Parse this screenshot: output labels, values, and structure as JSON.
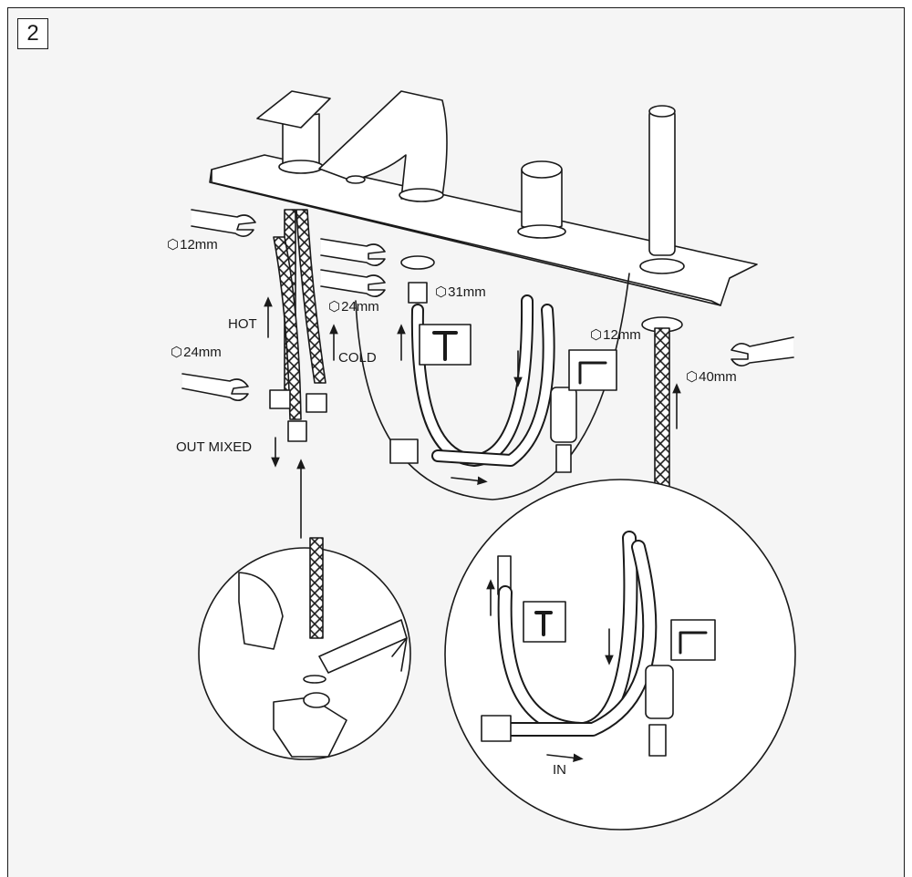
{
  "step": {
    "number": "2"
  },
  "labels": {
    "size_12_left": "12mm",
    "size_24_left": "24mm",
    "size_24_mid": "24mm",
    "size_31": "31mm",
    "size_12_right": "12mm",
    "size_40": "40mm",
    "hot": "HOT",
    "cold": "COLD",
    "out_mixed": "OUT MIXED",
    "in": "IN"
  },
  "icons": {
    "hex": "⬡",
    "thread_symbol": "T-connector-icon",
    "diverter_symbol": "diverter-icon"
  },
  "colors": {
    "line": "#1a1a1a",
    "panel": "#f5f5f5",
    "fill": "#ffffff"
  }
}
